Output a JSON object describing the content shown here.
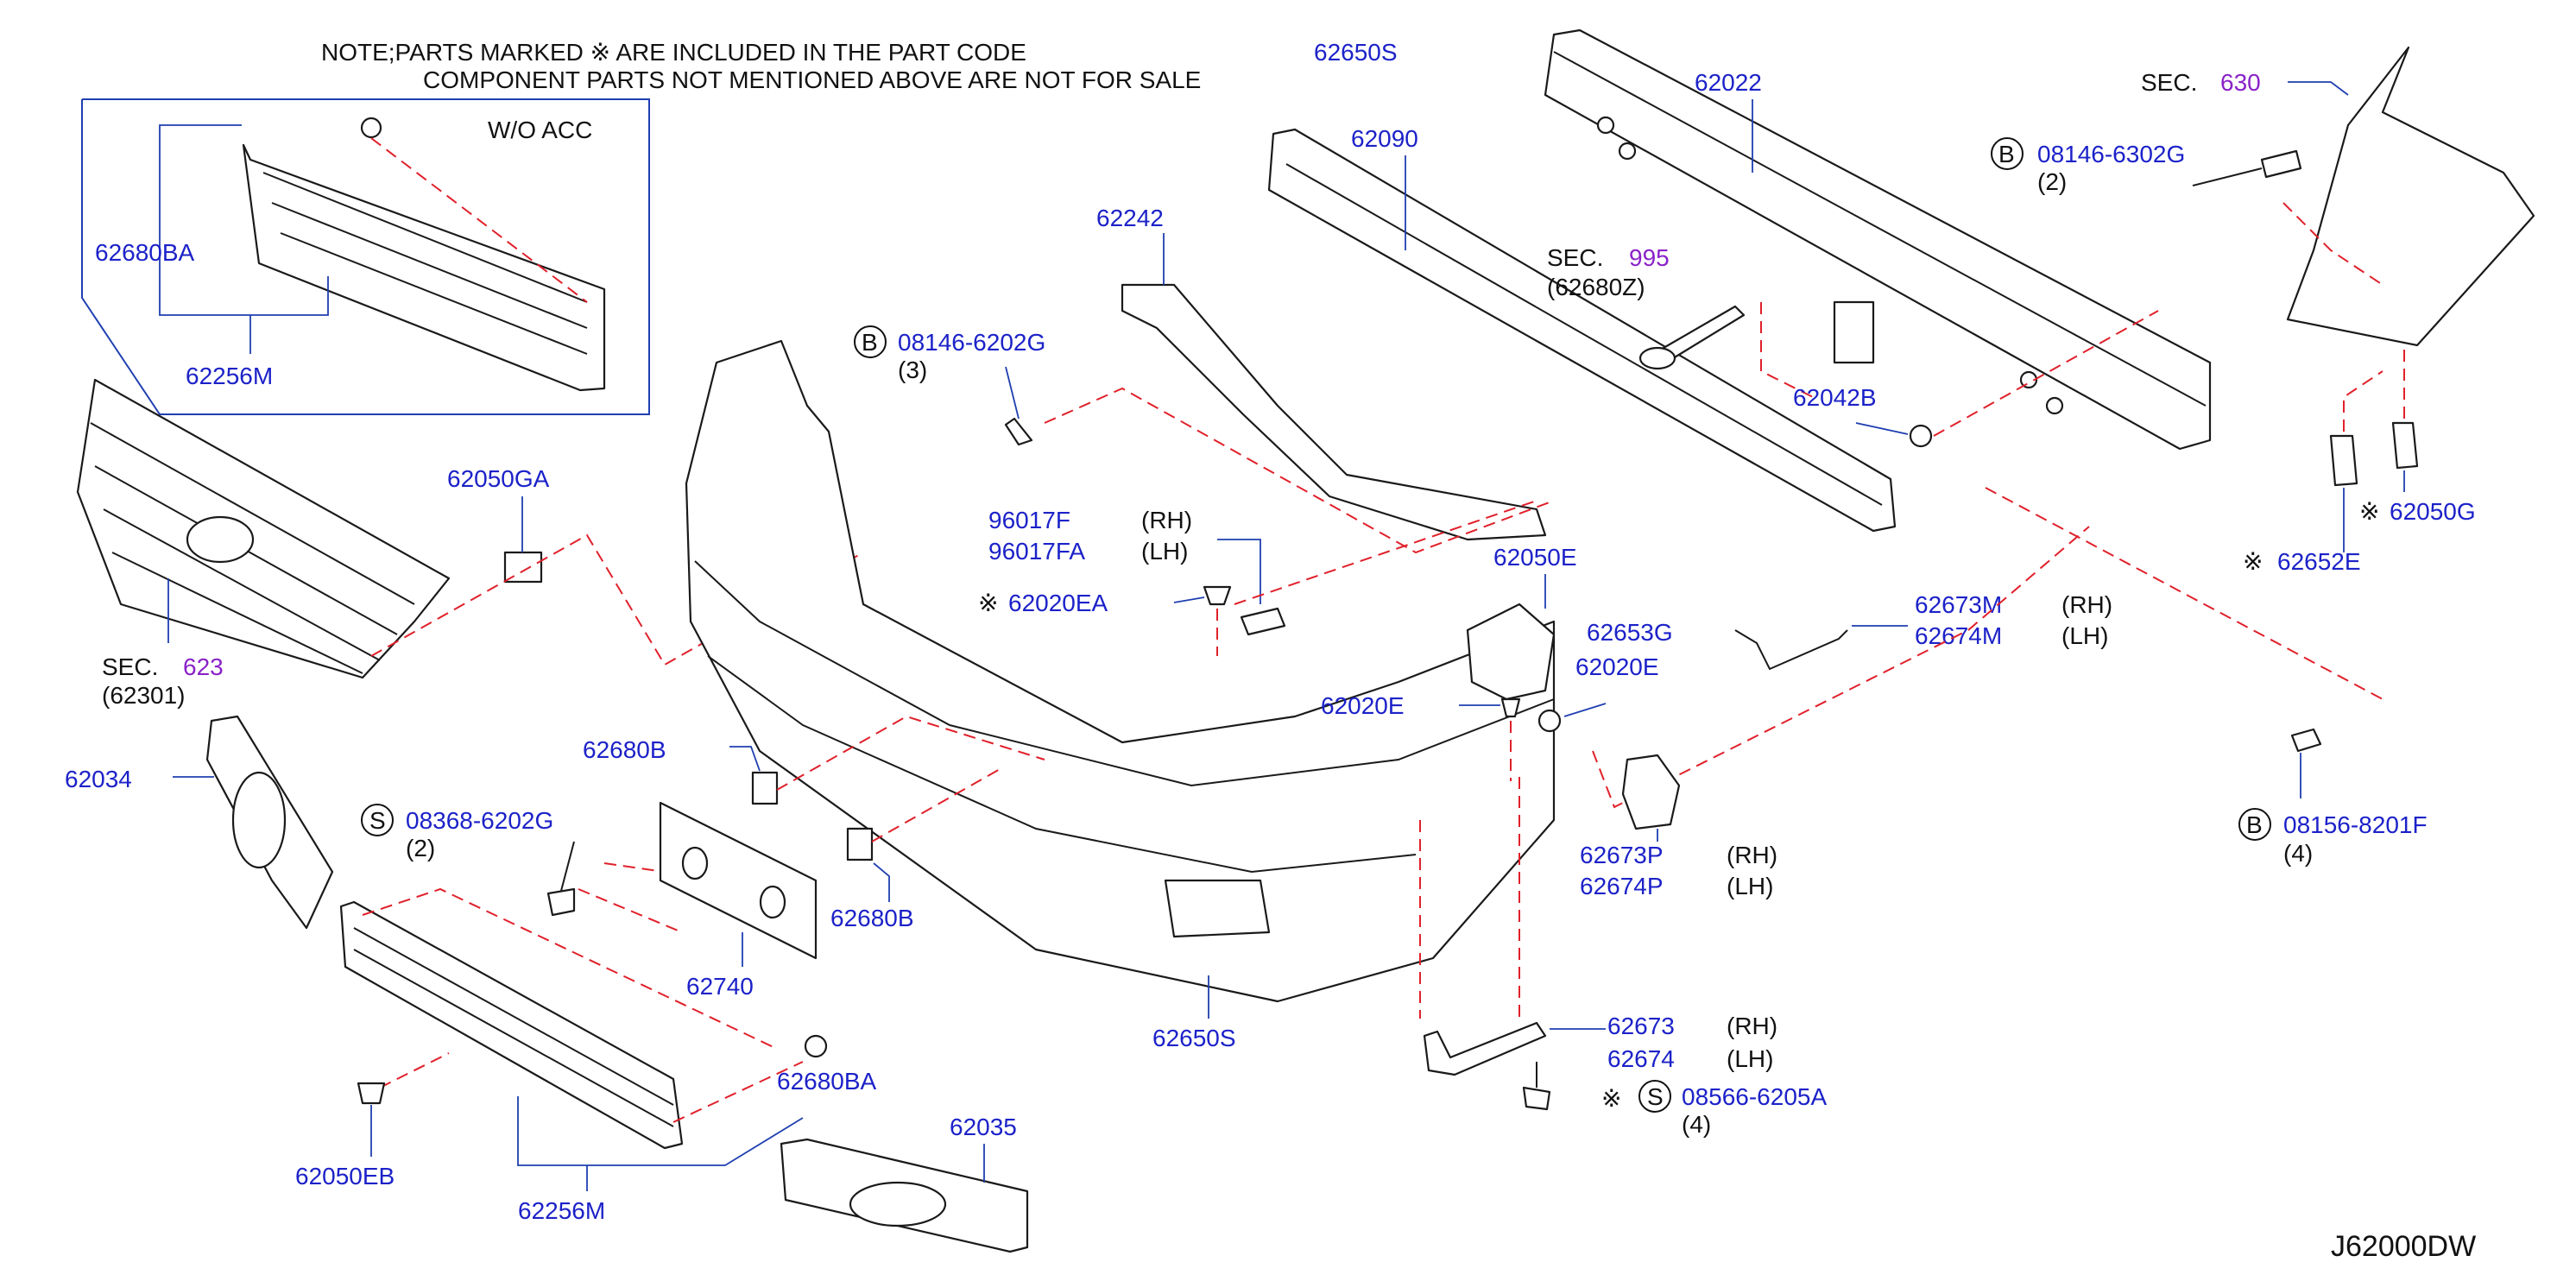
{
  "note": {
    "line1": "NOTE;PARTS  MARKED  ※ ARE  INCLUDED  IN  THE  PART  CODE",
    "line1_code": "62650S",
    "line2": "COMPONENT  PARTS  NOT  MENTIONED  ABOVE  ARE  NOT  FOR  SALE"
  },
  "inset": {
    "title": "W/O   ACC"
  },
  "diagram_code": "J62000DW",
  "labels": {
    "p62680BA_top": "62680BA",
    "p62256M_top": "62256M",
    "p62022": "62022",
    "p62090": "62090",
    "p62242": "62242",
    "p08146_6202G": "08146-6202G",
    "q3": "(3)",
    "sec_word": "SEC.",
    "sec630": "630",
    "sec995": "995",
    "sec623": "623",
    "p62680Z": "(62680Z)",
    "p62301": "(62301)",
    "p08146_6302G": "08146-6302G",
    "q2a": "(2)",
    "p62042B": "62042B",
    "p62050GA": "62050GA",
    "p96017F": "96017F",
    "p96017FA": "96017FA",
    "rh": "(RH)",
    "lh": "(LH)",
    "p62020EA": "62020EA",
    "p62050E": "62050E",
    "p62653G": "62653G",
    "p62020E_a": "62020E",
    "p62020E_b": "62020E",
    "p62673M": "62673M",
    "p62674M": "62674M",
    "p62652E": "62652E",
    "p62050G": "62050G",
    "p62034": "62034",
    "p62680B_a": "62680B",
    "p62680B_b": "62680B",
    "p08368_6202G": "08368-6202G",
    "q2b": "(2)",
    "p62740": "62740",
    "p62650S": "62650S",
    "p62673P": "62673P",
    "p62674P": "62674P",
    "p08156_8201F": "08156-8201F",
    "q4a": "(4)",
    "p62680BA_bot": "62680BA",
    "p62050EB": "62050EB",
    "p62256M_bot": "62256M",
    "p62035": "62035",
    "p62673": "62673",
    "p62674": "62674",
    "p08566_6205A": "08566-6205A",
    "q4b": "(4)",
    "kome": "※",
    "circle_b": "B",
    "circle_s": "S"
  }
}
